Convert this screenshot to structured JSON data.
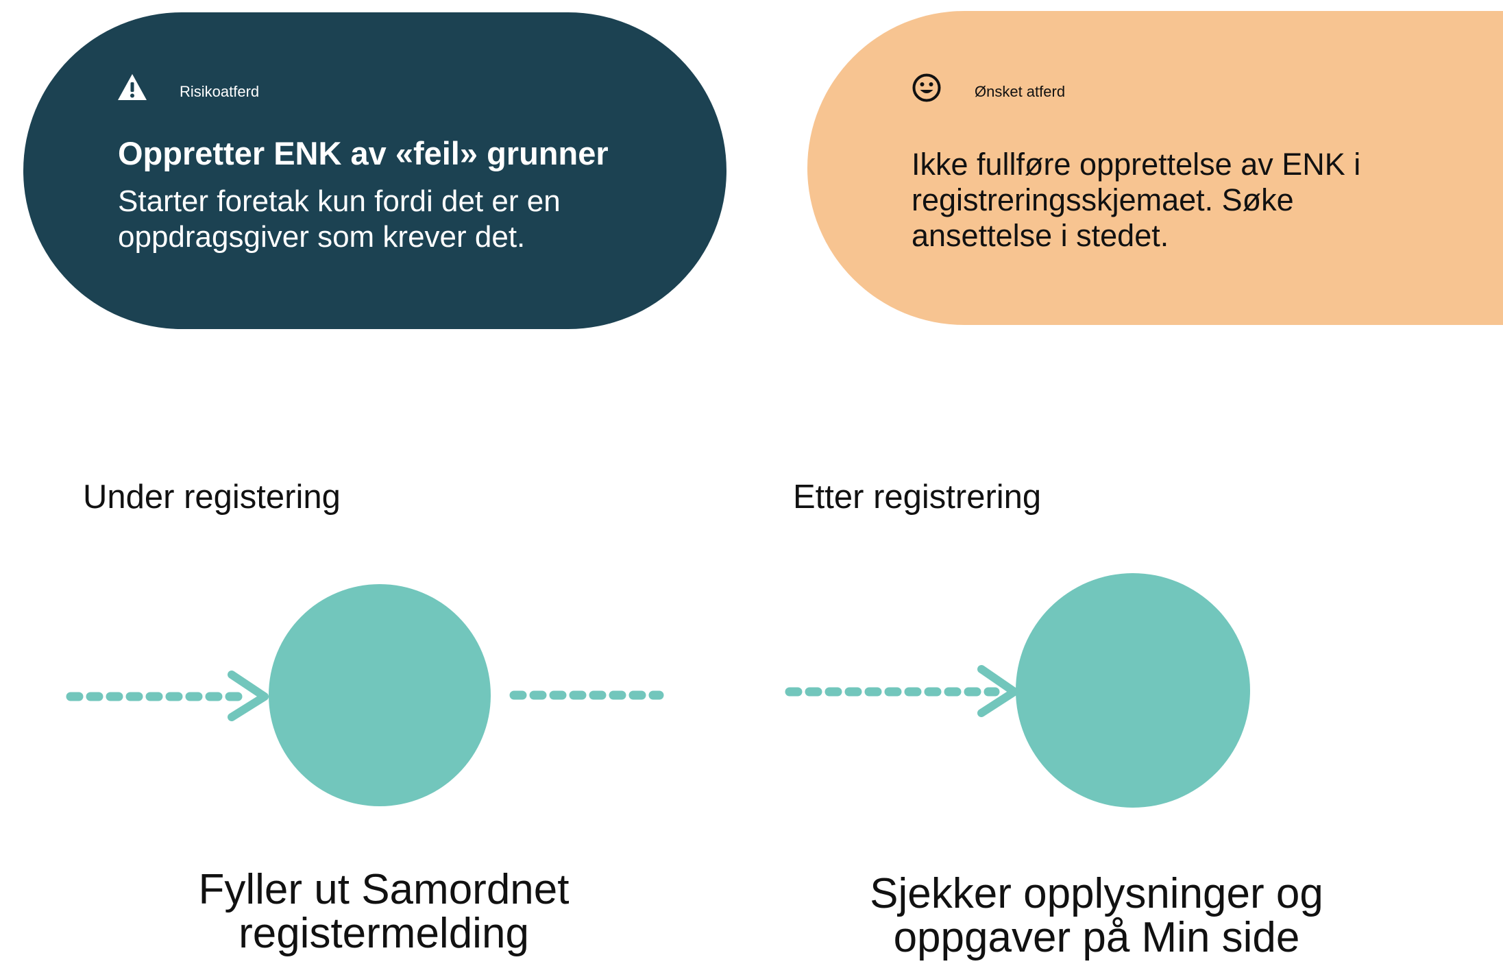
{
  "colors": {
    "risk_bg": "#1c4252",
    "desired_bg": "#f7c491",
    "node": "#72c6bc",
    "text_dark": "#111111",
    "text_light": "#ffffff"
  },
  "risk_card": {
    "tag": "Risikoatferd",
    "icon": "warning-icon",
    "title": "Oppretter ENK av «feil» grunner",
    "body": "Starter foretak kun fordi det er en\noppdragsgiver som krever det."
  },
  "desired_card": {
    "tag": "Ønsket atferd",
    "icon": "smiley-icon",
    "body": "Ikke fullføre opprettelse av ENK i\nregistreringsskjemaet. Søke\nansettelse i stedet."
  },
  "stages": [
    {
      "label": "Under registering",
      "step": "Fyller ut Samordnet\nregistermelding"
    },
    {
      "label": "Etter registrering",
      "step": "Sjekker opplysninger og\noppgaver på Min side"
    }
  ]
}
